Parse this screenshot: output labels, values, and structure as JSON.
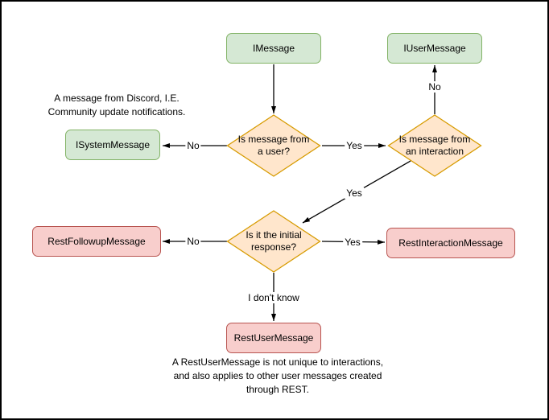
{
  "colors": {
    "green_fill": "#d5e8d4",
    "green_stroke": "#82b366",
    "orange_fill": "#ffe6cc",
    "orange_stroke": "#d79b00",
    "red_fill": "#f8cecc",
    "red_stroke": "#b85450",
    "connector": "#000000",
    "background": "#ffffff"
  },
  "nodes": {
    "imessage": "IMessage",
    "iusermessage": "IUserMessage",
    "isystemmessage": "ISystemMessage",
    "restfollowupmessage": "RestFollowupMessage",
    "restinteractionmessage": "RestInteractionMessage",
    "restusermessage": "RestUserMessage"
  },
  "decisions": {
    "from_user": "Is message from\na user?",
    "from_interaction": "Is message from\nan interaction",
    "initial_response": "Is it the initial\nresponse?"
  },
  "edge_labels": {
    "user_no": "No",
    "user_yes": "Yes",
    "interaction_no": "No",
    "interaction_yes": "Yes",
    "initial_no": "No",
    "initial_yes": "Yes",
    "initial_unknown": "I don't know"
  },
  "notes": {
    "system_note": "A message from Discord, I.E.\nCommunity update notifications.",
    "rest_user_note": "A RestUserMessage is not unique to interactions,\nand also applies to other user messages created\nthrough REST."
  }
}
